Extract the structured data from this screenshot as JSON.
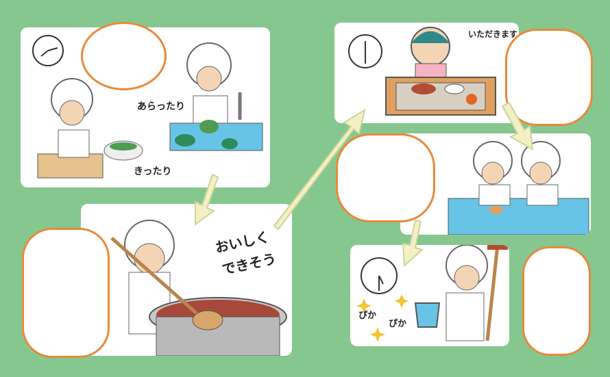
{
  "captions": {
    "washed": "あらったり",
    "cut": "きったり",
    "delicious_line1": "おいしく",
    "delicious_line2": "できそう",
    "itadakimasu": "いただきます",
    "shiny1": "ぴか",
    "shiny2": "ぴか"
  },
  "colors": {
    "background": "#86c78f",
    "panel": "#ffffff",
    "bubble_border": "#e8893a",
    "arrow": "#f4efc4",
    "arrow_border": "#c9d69a"
  },
  "icons": [
    "clock-icon",
    "stove-pot-icon",
    "meal-tray-icon",
    "mop-icon",
    "bucket-icon",
    "sparkle-icon"
  ]
}
